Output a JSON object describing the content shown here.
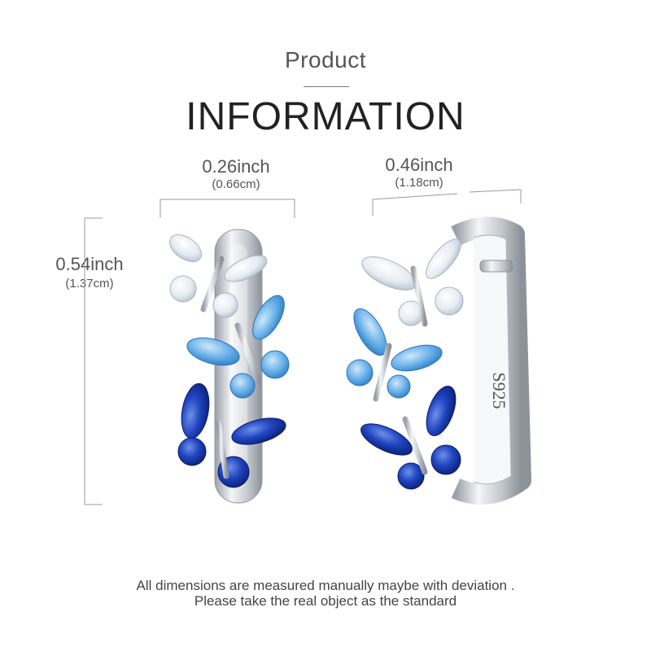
{
  "header": {
    "subtitle": "Product",
    "title": "INFORMATION"
  },
  "dimensions": {
    "width_front": {
      "inch": "0.26inch",
      "cm": "(0.66cm)"
    },
    "width_side": {
      "inch": "0.46inch",
      "cm": "(1.18cm)"
    },
    "height": {
      "inch": "0.54inch",
      "cm": "(1.37cm)"
    }
  },
  "product": {
    "stamp": "S925",
    "colors": {
      "silver": "#c8ccd2",
      "clear_crystal": "#eef3f8",
      "light_blue": "#5aa6e0",
      "dark_blue": "#1a3fb0"
    }
  },
  "footer": {
    "line1": "All dimensions are measured manually maybe with deviation .",
    "line2": "Please take the real object as the standard"
  }
}
